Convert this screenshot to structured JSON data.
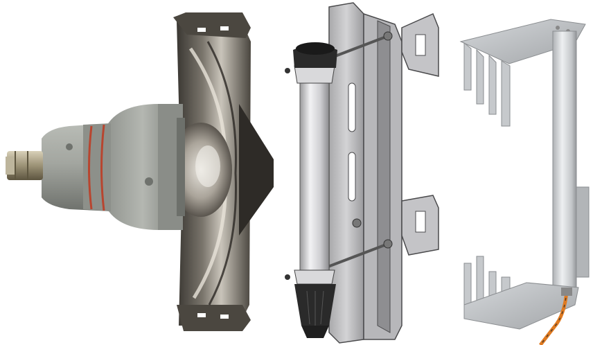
{
  "image": {
    "panels": [
      {
        "name": "explosion-proof-lamp-with-reflector"
      },
      {
        "name": "tube-lamp-on-mounting-bracket-render"
      },
      {
        "name": "aluminum-bracket-with-tube-light"
      }
    ]
  },
  "colors": {
    "background": "#ffffff",
    "cast_housing": "#9fa29c",
    "red_seal": "#b8452f",
    "steel_reflector": "#5f5a52",
    "render_grey": "#c9c9cb",
    "end_cap_black": "#2a2a2a",
    "aluminum": "#c6c9cc",
    "cable_orange": "#e07a20"
  }
}
